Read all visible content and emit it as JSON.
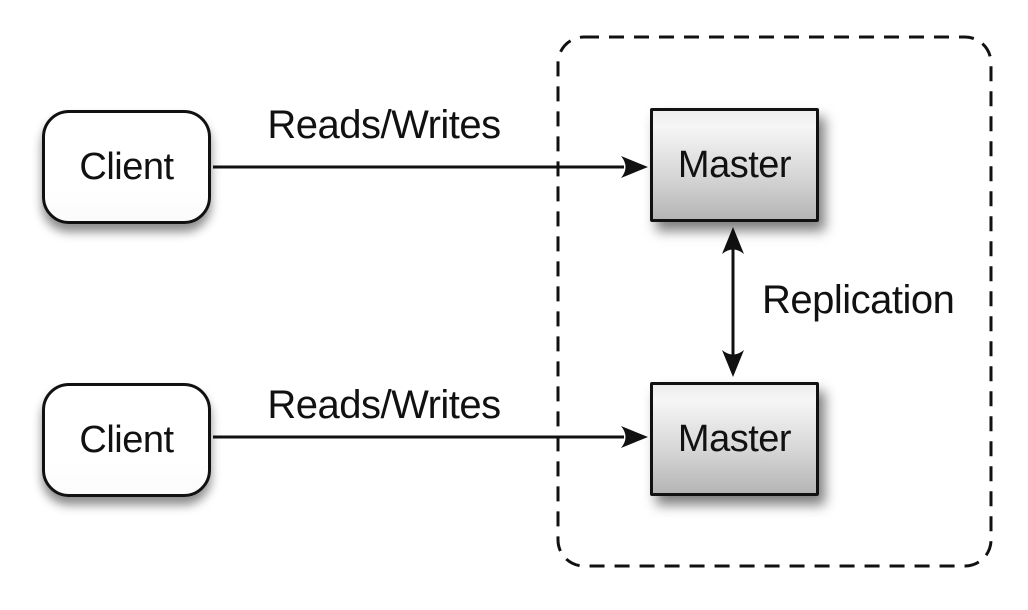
{
  "diagram": {
    "type": "architecture-diagram",
    "topic": "master-master-replication",
    "nodes": {
      "client_top": {
        "label": "Client",
        "shape": "rounded-rect"
      },
      "client_bottom": {
        "label": "Client",
        "shape": "rounded-rect"
      },
      "master_top": {
        "label": "Master",
        "shape": "rect"
      },
      "master_bottom": {
        "label": "Master",
        "shape": "rect"
      }
    },
    "edges": [
      {
        "label": "Reads/Writes",
        "from": "client_top",
        "to": "master_top",
        "direction": "one-way"
      },
      {
        "label": "Reads/Writes",
        "from": "client_bottom",
        "to": "master_bottom",
        "direction": "one-way"
      },
      {
        "label": "Replication",
        "from": "master_top",
        "to": "master_bottom",
        "direction": "two-way"
      }
    ],
    "boundary": {
      "style": "dashed-rounded-rect",
      "contains": [
        "master_top",
        "master_bottom"
      ]
    },
    "colors": {
      "background": "#ffffff",
      "line": "#111111",
      "text": "#111111",
      "node_border": "#111111",
      "client_fill": "#ffffff",
      "master_gradient_top": "#f6f6f6",
      "master_gradient_bottom": "#b5b5b5"
    }
  }
}
